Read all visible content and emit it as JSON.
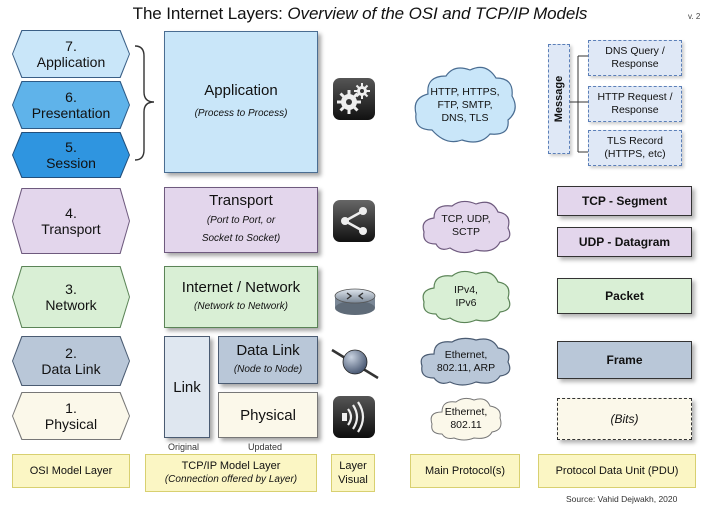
{
  "title": {
    "plain": "The Internet Layers:",
    "italic": "Overview of the OSI and TCP/IP Models"
  },
  "version": "v. 2",
  "osi_layers": [
    {
      "num": "7.",
      "name": "Application"
    },
    {
      "num": "6.",
      "name": "Presentation"
    },
    {
      "num": "5.",
      "name": "Session"
    },
    {
      "num": "4.",
      "name": "Transport"
    },
    {
      "num": "3.",
      "name": "Network"
    },
    {
      "num": "2.",
      "name": "Data Link"
    },
    {
      "num": "1.",
      "name": "Physical"
    }
  ],
  "tcpip": {
    "application": {
      "name": "Application",
      "desc": "(Process to Process)"
    },
    "transport": {
      "name": "Transport",
      "desc_line1": "(Port to Port, or",
      "desc_line2": "Socket to Socket)"
    },
    "internet": {
      "name": "Internet / Network",
      "desc": "(Network to Network)"
    },
    "link": {
      "name": "Link"
    },
    "datalink": {
      "name": "Data Link",
      "desc": "(Node to Node)"
    },
    "physical": {
      "name": "Physical"
    },
    "label_original": "Original",
    "label_updated": "Updated"
  },
  "icons": [
    "gears-icon",
    "share-icon",
    "router-icon",
    "network-node-icon",
    "signal-icon"
  ],
  "protocols": [
    {
      "line1": "HTTP, HTTPS,",
      "line2": "FTP, SMTP,",
      "line3": "DNS, TLS"
    },
    {
      "line1": "TCP, UDP,",
      "line2": "SCTP"
    },
    {
      "line1": "IPv4,",
      "line2": "IPv6"
    },
    {
      "line1": "Ethernet,",
      "line2": "802.11, ARP"
    },
    {
      "line1": "Ethernet,",
      "line2": "802.11"
    }
  ],
  "pdu": {
    "message_label": "Message",
    "message_items": [
      {
        "line1": "DNS Query /",
        "line2": "Response"
      },
      {
        "line1": "HTTP Request /",
        "line2": "Response"
      },
      {
        "line1": "TLS Record",
        "line2": "(HTTPS, etc)"
      }
    ],
    "tcp_segment": "TCP - Segment",
    "udp_datagram": "UDP - Datagram",
    "packet": "Packet",
    "frame": "Frame",
    "bits": "(Bits)"
  },
  "footer": {
    "osi": "OSI Model Layer",
    "tcpip_line1": "TCP/IP Model Layer",
    "tcpip_line2": "(Connection offered by Layer)",
    "visual_line1": "Layer",
    "visual_line2": "Visual",
    "protocols": "Main Protocol(s)",
    "pdu": "Protocol Data Unit (PDU)"
  },
  "source": "Source: Vahid Dejwakh, 2020",
  "colors": {
    "app_blue_light": "#c9e6f9",
    "presentation_blue": "#5fb3ea",
    "session_blue": "#2f95e0",
    "transport_purple": "#e3d6ec",
    "network_green": "#d9efd5",
    "datalink_slate": "#b9c7d8",
    "physical_cream": "#fbf8ea",
    "footer_yellow": "#fbf6c4"
  }
}
